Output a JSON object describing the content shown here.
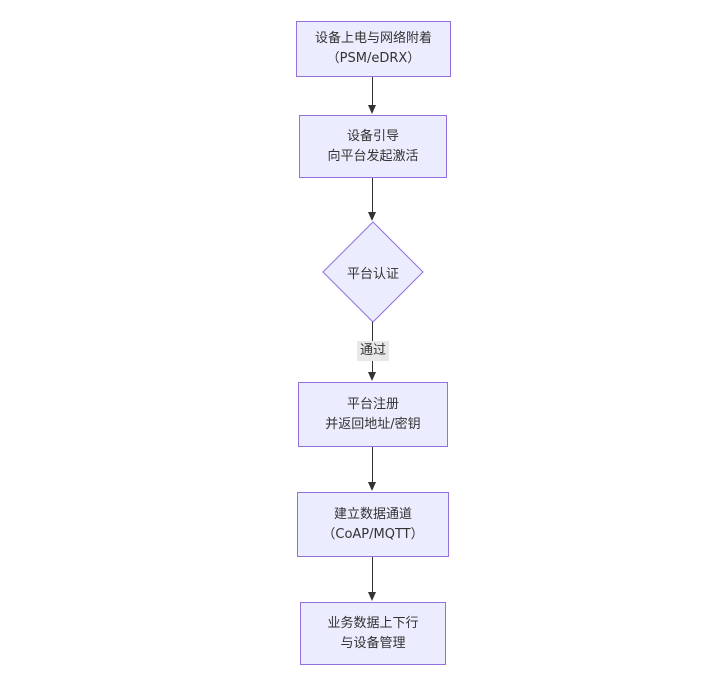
{
  "diagram": {
    "type": "flowchart",
    "direction": "top-down",
    "nodes": [
      {
        "id": "power-attach",
        "shape": "rect",
        "lines": [
          "设备上电与网络附着",
          "（PSM/eDRX）"
        ]
      },
      {
        "id": "bootstrap",
        "shape": "rect",
        "lines": [
          "设备引导",
          "向平台发起激活"
        ]
      },
      {
        "id": "platform-auth",
        "shape": "diamond",
        "lines": [
          "平台认证"
        ]
      },
      {
        "id": "register",
        "shape": "rect",
        "lines": [
          "平台注册",
          "并返回地址/密钥"
        ]
      },
      {
        "id": "data-channel",
        "shape": "rect",
        "lines": [
          "建立数据通道",
          "（CoAP/MQTT）"
        ]
      },
      {
        "id": "business-data",
        "shape": "rect",
        "lines": [
          "业务数据上下行",
          "与设备管理"
        ]
      }
    ],
    "edges": [
      {
        "from": "power-attach",
        "to": "bootstrap",
        "label": ""
      },
      {
        "from": "bootstrap",
        "to": "platform-auth",
        "label": ""
      },
      {
        "from": "platform-auth",
        "to": "register",
        "label": "通过"
      },
      {
        "from": "register",
        "to": "data-channel",
        "label": ""
      },
      {
        "from": "data-channel",
        "to": "business-data",
        "label": ""
      }
    ],
    "colors": {
      "node_fill": "#ECECFF",
      "node_border": "#9370DB",
      "edge_line": "#333333",
      "edge_label_bg": "#e8e8e8",
      "text": "#333333",
      "background": "#ffffff"
    }
  }
}
